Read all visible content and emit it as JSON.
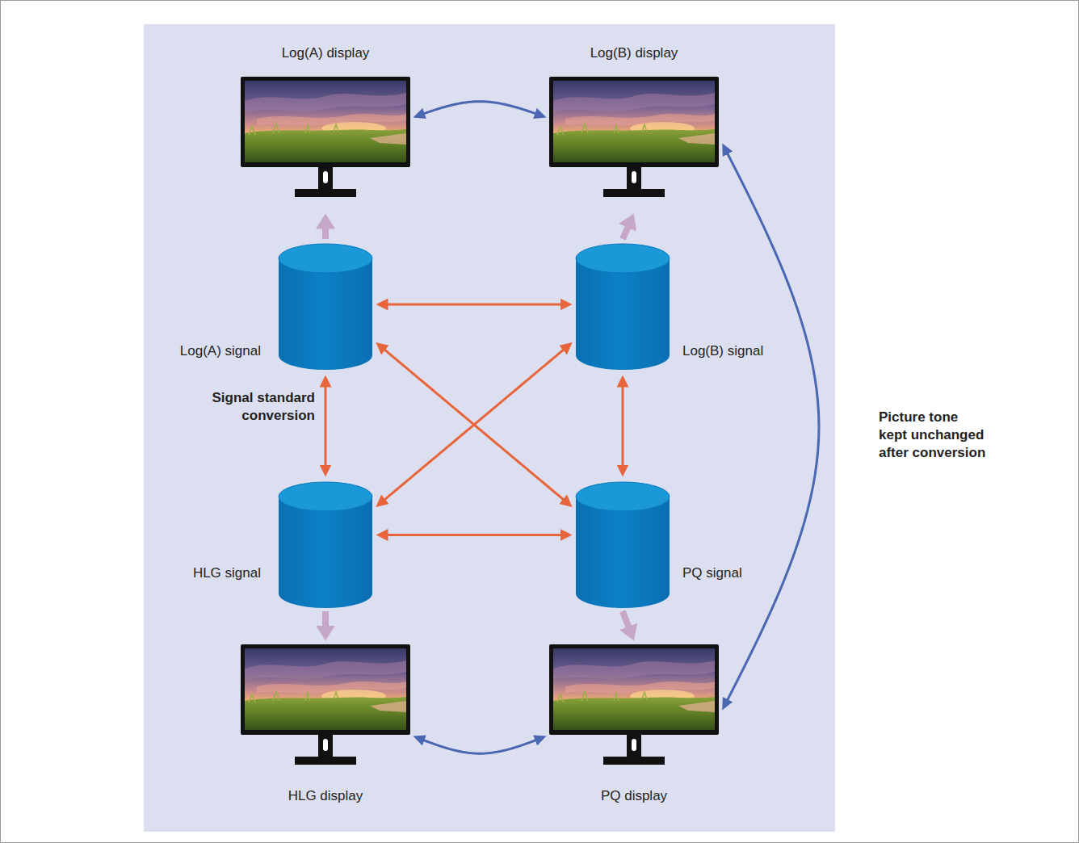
{
  "diagram": {
    "nodes": [
      {
        "text": [
          "Log(A) display"
        ]
      },
      {
        "text": [
          "Log(B) display"
        ]
      },
      {
        "text": [
          "Log(A) signal"
        ]
      },
      {
        "text": [
          "Log(B) signal"
        ]
      },
      {
        "text": [
          "HLG signal"
        ]
      },
      {
        "text": [
          "PQ signal"
        ]
      },
      {
        "text": [
          "HLG display"
        ]
      },
      {
        "text": [
          "PQ display"
        ]
      }
    ],
    "edges": [
      {
        "from": 0,
        "to": 1,
        "arrow": "both"
      },
      {
        "from": 1,
        "to": 7,
        "arrow": "both"
      },
      {
        "from": 6,
        "to": 7,
        "arrow": "both"
      },
      {
        "from": 2,
        "to": 0,
        "arrow": "to"
      },
      {
        "from": 3,
        "to": 1,
        "arrow": "to"
      },
      {
        "from": 4,
        "to": 6,
        "arrow": "to"
      },
      {
        "from": 5,
        "to": 7,
        "arrow": "to"
      },
      {
        "from": 2,
        "to": 3,
        "arrow": "both"
      },
      {
        "from": 2,
        "to": 4,
        "arrow": "both"
      },
      {
        "from": 2,
        "to": 5,
        "arrow": "both"
      },
      {
        "from": 3,
        "to": 4,
        "arrow": "both"
      },
      {
        "from": 3,
        "to": 5,
        "arrow": "both"
      },
      {
        "from": 4,
        "to": 5,
        "arrow": "both"
      }
    ],
    "labels": [
      "Signal standard conversion",
      "Picture tone kept unchanged after conversion"
    ]
  }
}
